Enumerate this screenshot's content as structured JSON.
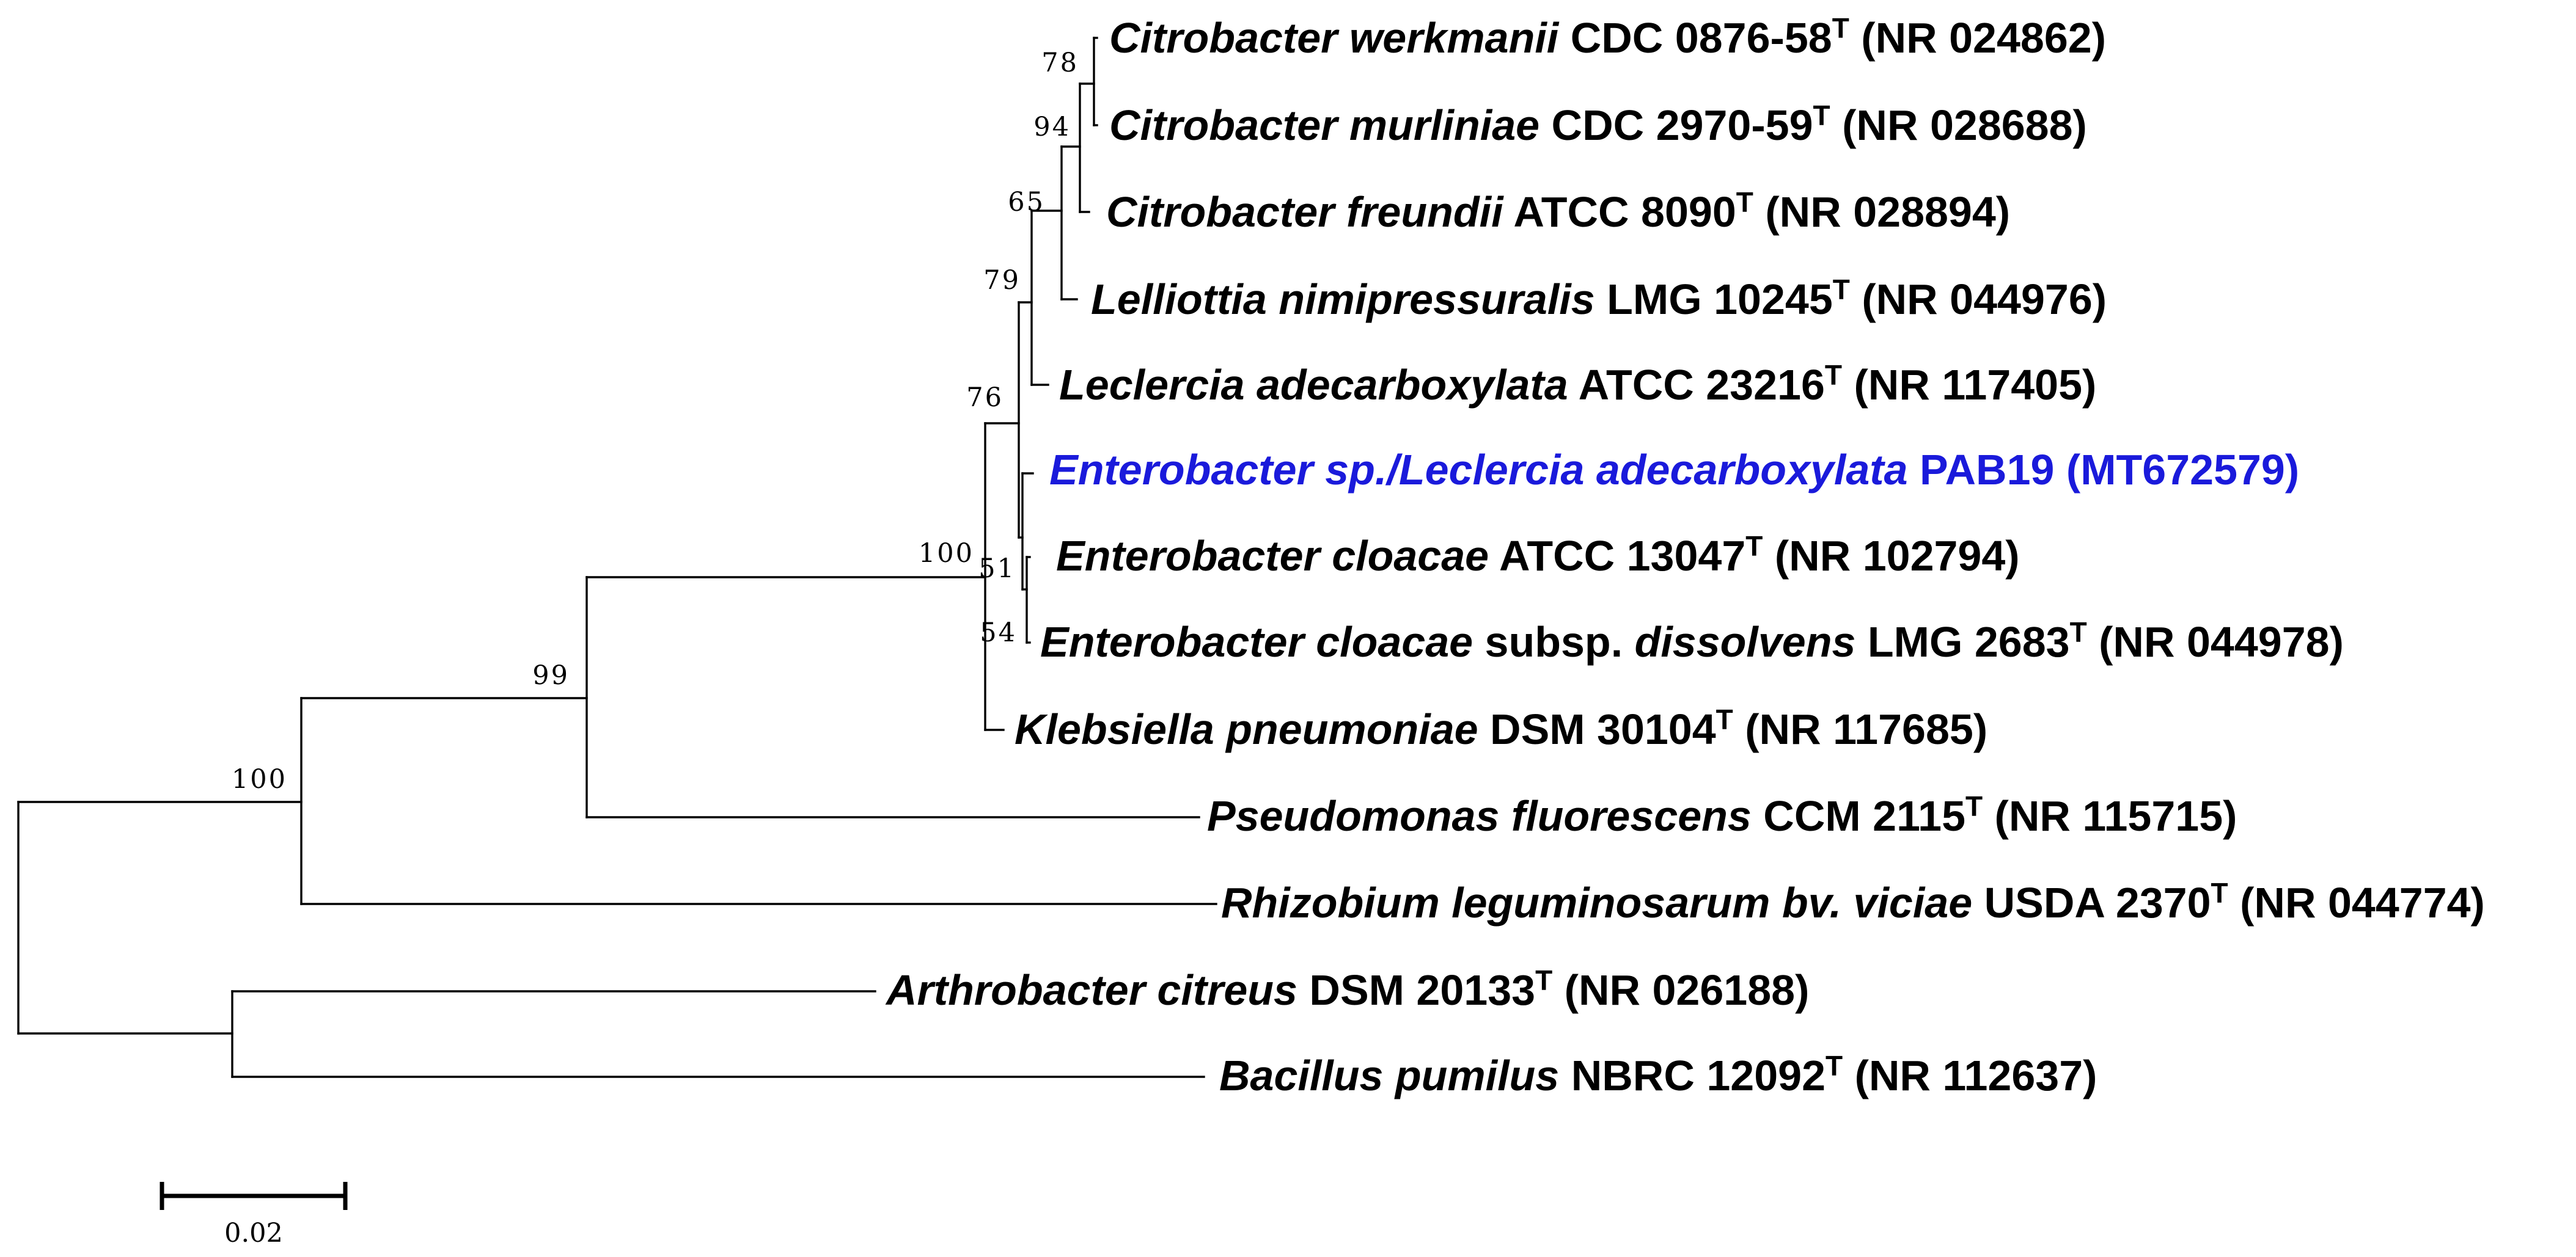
{
  "colors": {
    "highlight": "#1a1adb",
    "tree": "#000000"
  },
  "taxa": [
    {
      "id": "t1",
      "italic": "Citrobacter werkmanii",
      "roman": " CDC 0876-58",
      "sup": "T",
      "acc": " (NR 024862)"
    },
    {
      "id": "t2",
      "italic": "Citrobacter murliniae",
      "roman": " CDC 2970-59",
      "sup": "T",
      "acc": " (NR 028688)"
    },
    {
      "id": "t3",
      "italic": "Citrobacter freundii",
      "roman": " ATCC 8090",
      "sup": "T",
      "acc": " (NR 028894)"
    },
    {
      "id": "t4",
      "italic": "Lelliottia nimipressuralis",
      "roman": " LMG 10245",
      "sup": "T",
      "acc": " (NR 044976)"
    },
    {
      "id": "t5",
      "italic": "Leclercia adecarboxylata",
      "roman": " ATCC 23216",
      "sup": "T",
      "acc": " (NR 117405)"
    },
    {
      "id": "t6",
      "italic": "Enterobacter sp./Leclercia adecarboxylata",
      "roman": " PAB19 (MT672579)",
      "sup": "",
      "acc": "",
      "highlight": true
    },
    {
      "id": "t7",
      "italic": "Enterobacter cloacae",
      "roman": " ATCC 13047",
      "sup": "T",
      "acc": " (NR 102794)"
    },
    {
      "id": "t8",
      "italic": "Enterobacter cloacae",
      "roman": " subsp. ",
      "italic2": "dissolvens",
      "roman2": " LMG 2683",
      "sup": "T",
      "acc": " (NR 044978)"
    },
    {
      "id": "t9",
      "italic": "Klebsiella pneumoniae",
      "roman": " DSM 30104",
      "sup": "T",
      "acc": " (NR 117685)"
    },
    {
      "id": "t10",
      "italic": "Pseudomonas fluorescens",
      "roman": " CCM 2115",
      "sup": "T",
      "acc": " (NR 115715)"
    },
    {
      "id": "t11",
      "italic": "Rhizobium leguminosarum bv. viciae",
      "roman": " USDA 2370",
      "sup": "T",
      "acc": " (NR 044774)"
    },
    {
      "id": "t12",
      "italic": "Arthrobacter citreus",
      "roman": " DSM 20133",
      "sup": "T",
      "acc": " (NR 026188)"
    },
    {
      "id": "t13",
      "italic": "Bacillus pumilus",
      "roman": " NBRC 12092",
      "sup": "T",
      "acc": " (NR 112637)"
    }
  ],
  "bootstrap": [
    {
      "id": "b78",
      "label": "78"
    },
    {
      "id": "b94",
      "label": "94"
    },
    {
      "id": "b65",
      "label": "65"
    },
    {
      "id": "b79",
      "label": "79"
    },
    {
      "id": "b76",
      "label": "76"
    },
    {
      "id": "b100a",
      "label": "100"
    },
    {
      "id": "b51",
      "label": "51"
    },
    {
      "id": "b54",
      "label": "54"
    },
    {
      "id": "b99",
      "label": "99"
    },
    {
      "id": "b100b",
      "label": "100"
    }
  ],
  "scale": {
    "label": "0.02",
    "length": 0.02
  }
}
